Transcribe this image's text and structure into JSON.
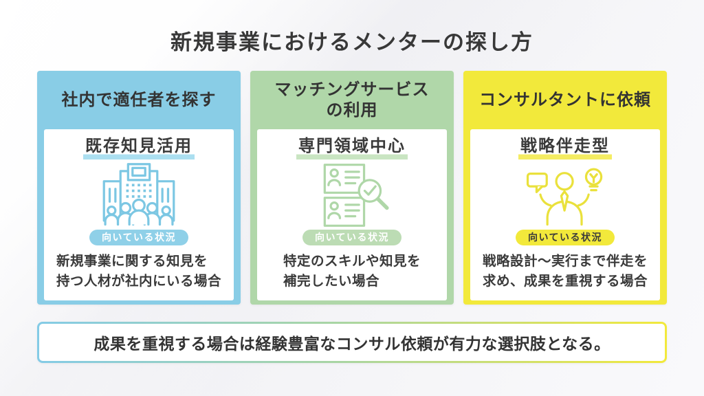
{
  "title": "新規事業におけるメンターの探し方",
  "columns": [
    {
      "header": "社内で適任者を探す",
      "subtitle": "既存知見活用",
      "icon": "office-building-with-people-icon",
      "badge": "向いている状況",
      "description": "新規事業に関する知見を\n持つ人材が社内にいる場合",
      "accent_color": "#89CDE6"
    },
    {
      "header": "マッチングサービス\nの利用",
      "subtitle": "専門領域中心",
      "icon": "resume-search-magnifier-icon",
      "badge": "向いている状況",
      "description": "特定のスキルや知見を\n補完したい場合",
      "accent_color": "#B0D7A9"
    },
    {
      "header": "コンサルタントに依頼",
      "subtitle": "戦略伴走型",
      "icon": "consultant-speech-lightbulb-icon",
      "badge": "向いている状況",
      "description": "戦略設計〜実行まで伴走を\n求め、成果を重視する場合",
      "accent_color": "#F2E93B"
    }
  ],
  "footer": "成果を重視する場合は経験豊富なコンサル依頼が有力な選択肢となる。",
  "colors": {
    "title_text": "#383838",
    "body_text": "#3A3A3A",
    "blue": "#89CDE6",
    "green": "#B0D7A9",
    "yellow": "#F2E93B",
    "background": "#F2F2F5"
  }
}
